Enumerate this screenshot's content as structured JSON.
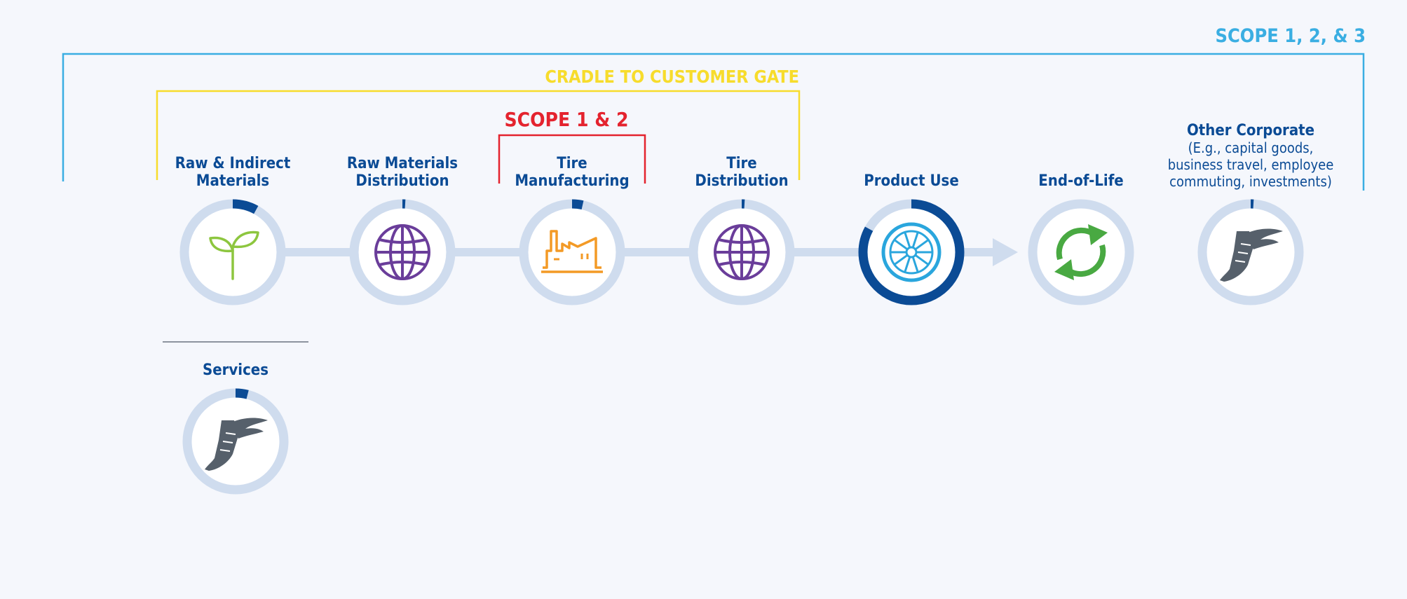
{
  "colors": {
    "background": "#f5f7fc",
    "ring_track": "#cfdcee",
    "ring_fill": "#0b4b95",
    "label": "#0b4b95",
    "connector": "#cfdcee",
    "scope_123": "#3aaee2",
    "cradle_gate": "#f7dc2c",
    "scope_12": "#e4232e",
    "leaf_green": "#8dc63f",
    "globe_purple": "#6a3d9a",
    "factory_orange": "#f39a26",
    "tire_blue": "#2aa6dd",
    "recycle_green": "#49a942",
    "shoe_gray": "#56606b"
  },
  "brackets": {
    "scope_123": "SCOPE 1, 2, & 3",
    "cradle_gate": "CRADLE TO CUSTOMER GATE",
    "scope_12": "SCOPE 1 & 2"
  },
  "stages": [
    {
      "id": "raw-indirect-materials",
      "label_lines": [
        "Raw & Indirect",
        "Materials"
      ],
      "icon": "leaf-icon",
      "share": 0.08
    },
    {
      "id": "raw-materials-distribution",
      "label_lines": [
        "Raw Materials",
        "Distribution"
      ],
      "icon": "globe-icon",
      "share": 0.005
    },
    {
      "id": "tire-manufacturing",
      "label_lines": [
        "Tire",
        "Manufacturing"
      ],
      "icon": "factory-icon",
      "share": 0.035
    },
    {
      "id": "tire-distribution",
      "label_lines": [
        "Tire",
        "Distribution"
      ],
      "icon": "globe-icon",
      "share": 0.005
    },
    {
      "id": "product-use",
      "label_lines": [
        "Product Use"
      ],
      "icon": "tire-icon",
      "share": 0.83
    },
    {
      "id": "end-of-life",
      "label_lines": [
        "End-of-Life"
      ],
      "icon": "recycle-icon",
      "share": 0
    },
    {
      "id": "other-corporate",
      "label_lines": [
        "Other Corporate"
      ],
      "sub_lines": [
        "(E.g., capital goods,",
        "business travel, employee",
        "commuting, investments)"
      ],
      "icon": "winged-foot-icon",
      "share": 0.005
    }
  ],
  "services": {
    "id": "services",
    "label_lines": [
      "Services"
    ],
    "icon": "winged-foot-icon",
    "share": 0.04
  }
}
